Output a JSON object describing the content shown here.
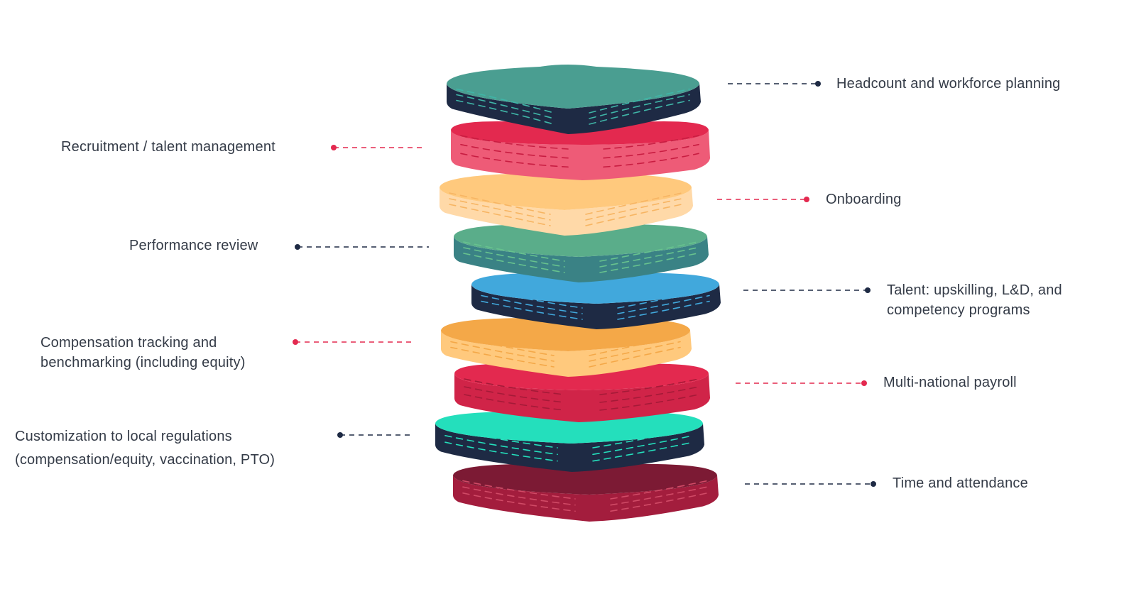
{
  "layers": [
    {
      "id": "headcount",
      "top": "#4a9e91",
      "side": "#1e2a44",
      "dash": "#3fb5a7",
      "connector": "#1e2a44"
    },
    {
      "id": "recruitment",
      "top": "#e3294f",
      "side": "#ee5b77",
      "dash": "#c81d41",
      "connector": "#e3294f"
    },
    {
      "id": "onboarding",
      "top": "#ffc97d",
      "side": "#ffd9a8",
      "dash": "#f7b563",
      "connector": "#e3294f"
    },
    {
      "id": "performance",
      "top": "#5aad8a",
      "side": "#3a8285",
      "dash": "#67c28e",
      "connector": "#1e2a44"
    },
    {
      "id": "talent",
      "top": "#41a8dc",
      "side": "#1e2a44",
      "dash": "#41a8dc",
      "connector": "#1e2a44"
    },
    {
      "id": "compensation",
      "top": "#f4a848",
      "side": "#ffc97d",
      "dash": "#f4a848",
      "connector": "#e3294f"
    },
    {
      "id": "payroll",
      "top": "#e3294f",
      "side": "#d02448",
      "dash": "#a51a38",
      "connector": "#e3294f"
    },
    {
      "id": "customization",
      "top": "#24dfbc",
      "side": "#1e2a44",
      "dash": "#24dfbc",
      "connector": "#1e2a44"
    },
    {
      "id": "time",
      "top": "#7c1a34",
      "side": "#a31d3d",
      "dash": "#d04a66",
      "connector": "#1e2a44"
    }
  ],
  "labels": {
    "headcount": [
      "Headcount and workforce planning"
    ],
    "recruitment": [
      "Recruitment / talent management"
    ],
    "onboarding": [
      "Onboarding"
    ],
    "performance": [
      "Performance review"
    ],
    "talent": [
      "Talent: upskilling, L&D, and",
      "competency programs"
    ],
    "compensation": [
      "Compensation tracking and",
      "benchmarking (including equity)"
    ],
    "payroll": [
      "Multi-national payroll"
    ],
    "customization": [
      "Customization to local regulations",
      "(compensation/equity, vaccination, PTO)"
    ],
    "time": [
      "Time and attendance"
    ]
  }
}
